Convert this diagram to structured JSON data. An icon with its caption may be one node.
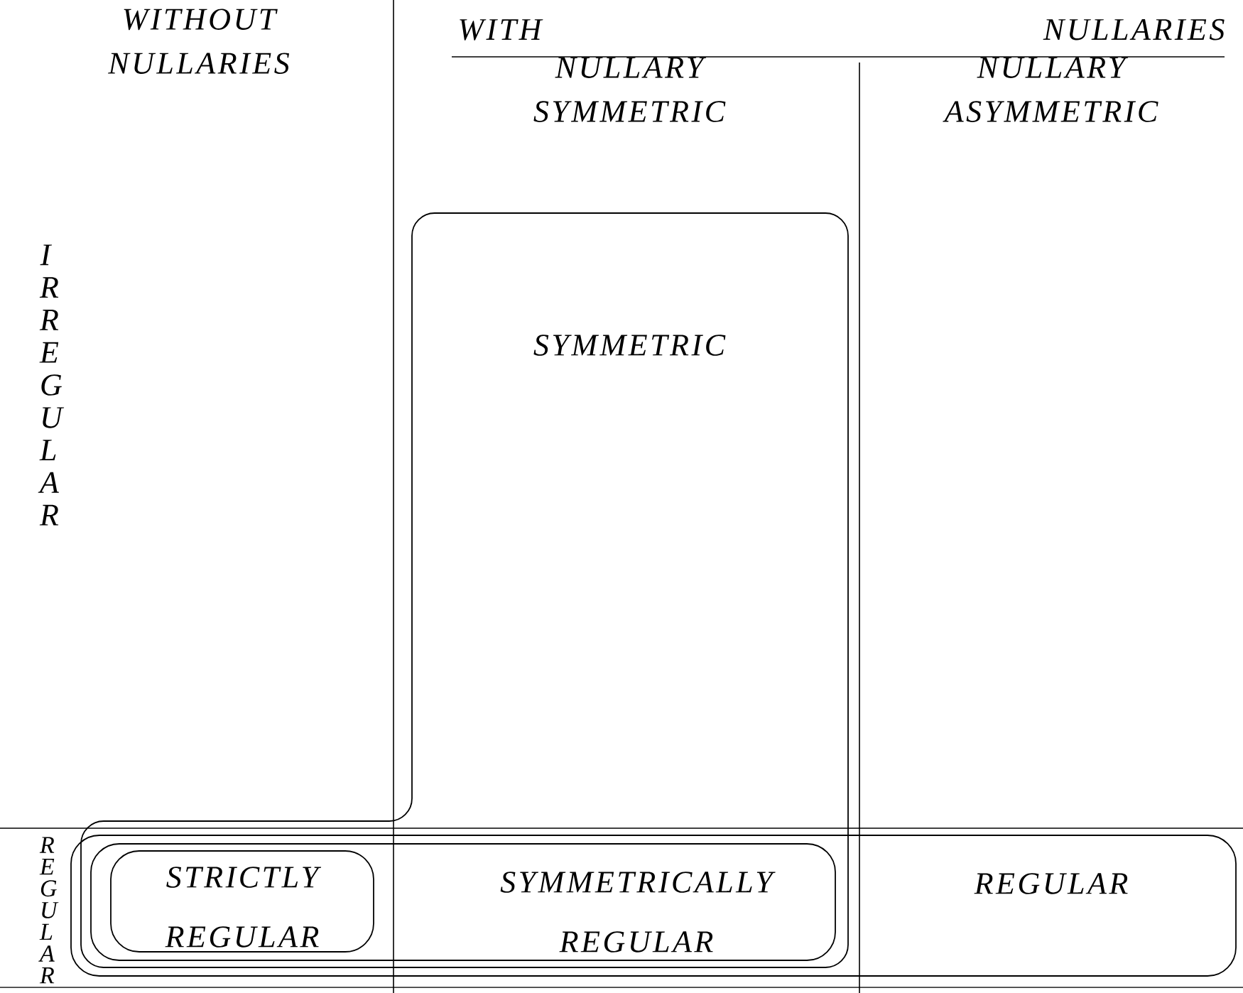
{
  "diagram": {
    "nodes": [
      {
        "text": [
          "SYMMETRIC"
        ]
      },
      {
        "text": [
          "REGULAR"
        ]
      },
      {
        "text": [
          "SYMMETRICALLY REGULAR"
        ]
      },
      {
        "text": [
          "STRICTLY REGULAR"
        ],
        "in": 2
      }
    ],
    "labels": [
      "WITHOUT NULLARIES",
      "WITH NULLARIES",
      "NULLARY SYMMETRIC",
      "NULLARY ASYMMETRIC",
      "IRREGULAR",
      "REGULAR"
    ]
  }
}
